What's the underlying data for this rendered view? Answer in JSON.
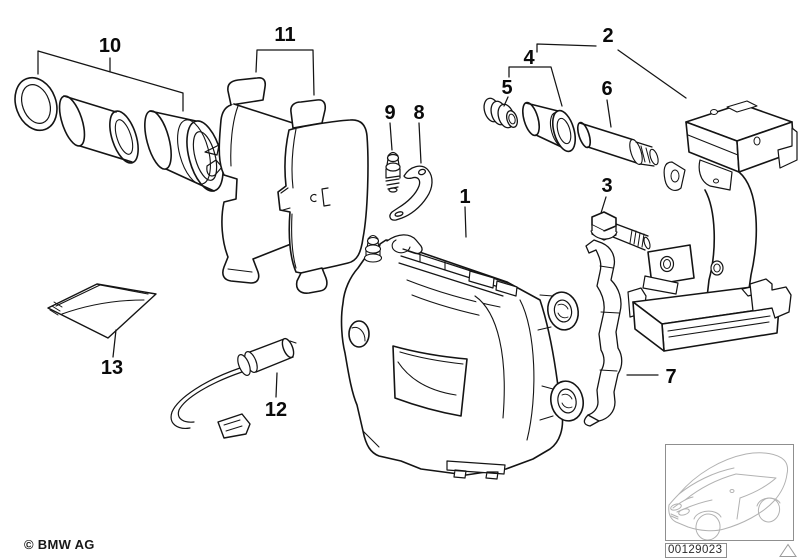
{
  "callouts": [
    {
      "id": 1,
      "label": "1"
    },
    {
      "id": 2,
      "label": "2"
    },
    {
      "id": 3,
      "label": "3"
    },
    {
      "id": 4,
      "label": "4"
    },
    {
      "id": 5,
      "label": "5"
    },
    {
      "id": 6,
      "label": "6"
    },
    {
      "id": 7,
      "label": "7"
    },
    {
      "id": 8,
      "label": "8"
    },
    {
      "id": 9,
      "label": "9"
    },
    {
      "id": 10,
      "label": "10"
    },
    {
      "id": 11,
      "label": "11"
    },
    {
      "id": 12,
      "label": "12"
    },
    {
      "id": 13,
      "label": "13"
    }
  ],
  "footer": {
    "copyright": "© BMW AG"
  },
  "reference": {
    "image_number": "00129023"
  },
  "icons": {
    "car_thumbnail": "bmw-sedan-outline",
    "warning_triangle": "triangle-outline"
  },
  "colors": {
    "line": "#141414",
    "thumbnail_line": "#b2b2b2",
    "frame": "#8f8f8f"
  }
}
